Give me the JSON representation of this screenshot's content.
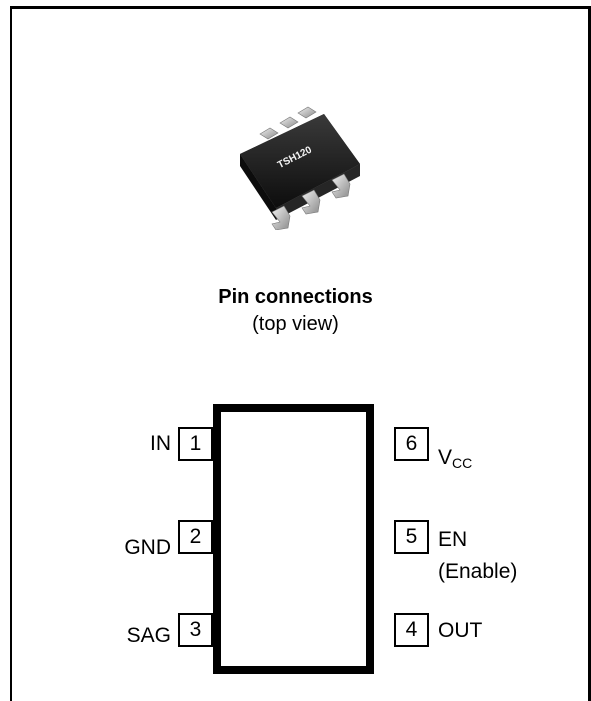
{
  "chip_marking": "TSH120",
  "title": "Pin connections",
  "subtitle": "(top view)",
  "left_pins": [
    {
      "number": "1",
      "name": "IN"
    },
    {
      "number": "2",
      "name": "GND"
    },
    {
      "number": "3",
      "name": "SAG"
    }
  ],
  "right_pins": [
    {
      "number": "6",
      "name_main": "V",
      "name_sub": "CC"
    },
    {
      "number": "5",
      "name": "EN",
      "note": "(Enable)"
    },
    {
      "number": "4",
      "name": "OUT"
    }
  ]
}
